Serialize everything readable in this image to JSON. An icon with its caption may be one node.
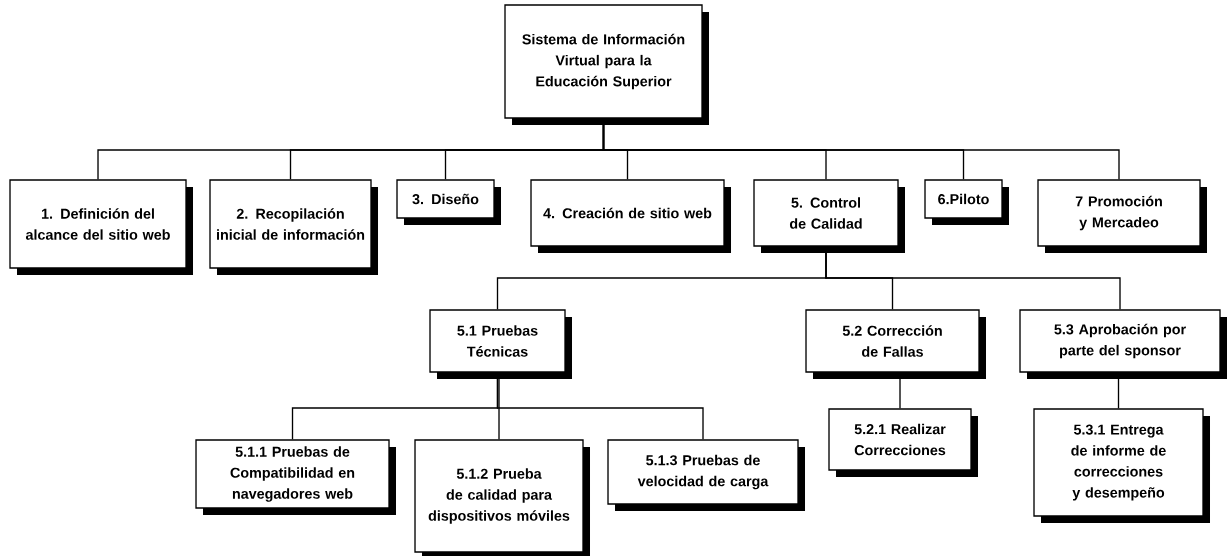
{
  "diagram": {
    "nodes": [
      {
        "text": [
          "Sistema de Información Virtual para la Educación Superior"
        ]
      },
      {
        "text": [
          "1. Definición del alcance del sitio web"
        ]
      },
      {
        "text": [
          "2. Recopilación inicial de información"
        ]
      },
      {
        "text": [
          "3. Diseño"
        ]
      },
      {
        "text": [
          "4. Creación de sitio web"
        ]
      },
      {
        "text": [
          "5. Control de Calidad"
        ]
      },
      {
        "text": [
          "6.Piloto"
        ]
      },
      {
        "text": [
          "7 Promoción y Mercadeo"
        ]
      },
      {
        "text": [
          "5.1 Pruebas Técnicas"
        ]
      },
      {
        "text": [
          "5.2 Corrección de Fallas"
        ]
      },
      {
        "text": [
          "5.3 Aprobación por parte del sponsor"
        ]
      },
      {
        "text": [
          "5.1.1 Pruebas de Compatibilidad en navegadores web"
        ]
      },
      {
        "text": [
          "5.1.2 Prueba de calidad para dispositivos móviles"
        ]
      },
      {
        "text": [
          "5.1.3 Pruebas de velocidad de carga"
        ]
      },
      {
        "text": [
          "5.2.1 Realizar Correcciones"
        ]
      },
      {
        "text": [
          "5.3.1 Entrega de informe de correcciones y desempeño"
        ]
      }
    ],
    "edges": [
      {
        "from": 0,
        "to": 1,
        "arrow": "none"
      },
      {
        "from": 0,
        "to": 2,
        "arrow": "none"
      },
      {
        "from": 0,
        "to": 3,
        "arrow": "none"
      },
      {
        "from": 0,
        "to": 4,
        "arrow": "none"
      },
      {
        "from": 0,
        "to": 5,
        "arrow": "none"
      },
      {
        "from": 0,
        "to": 6,
        "arrow": "none"
      },
      {
        "from": 0,
        "to": 7,
        "arrow": "none"
      },
      {
        "from": 5,
        "to": 8,
        "arrow": "none"
      },
      {
        "from": 5,
        "to": 9,
        "arrow": "none"
      },
      {
        "from": 5,
        "to": 10,
        "arrow": "none"
      },
      {
        "from": 8,
        "to": 11,
        "arrow": "none"
      },
      {
        "from": 8,
        "to": 12,
        "arrow": "none"
      },
      {
        "from": 8,
        "to": 13,
        "arrow": "none"
      },
      {
        "from": 9,
        "to": 14,
        "arrow": "none"
      },
      {
        "from": 10,
        "to": 15,
        "arrow": "none"
      }
    ]
  }
}
